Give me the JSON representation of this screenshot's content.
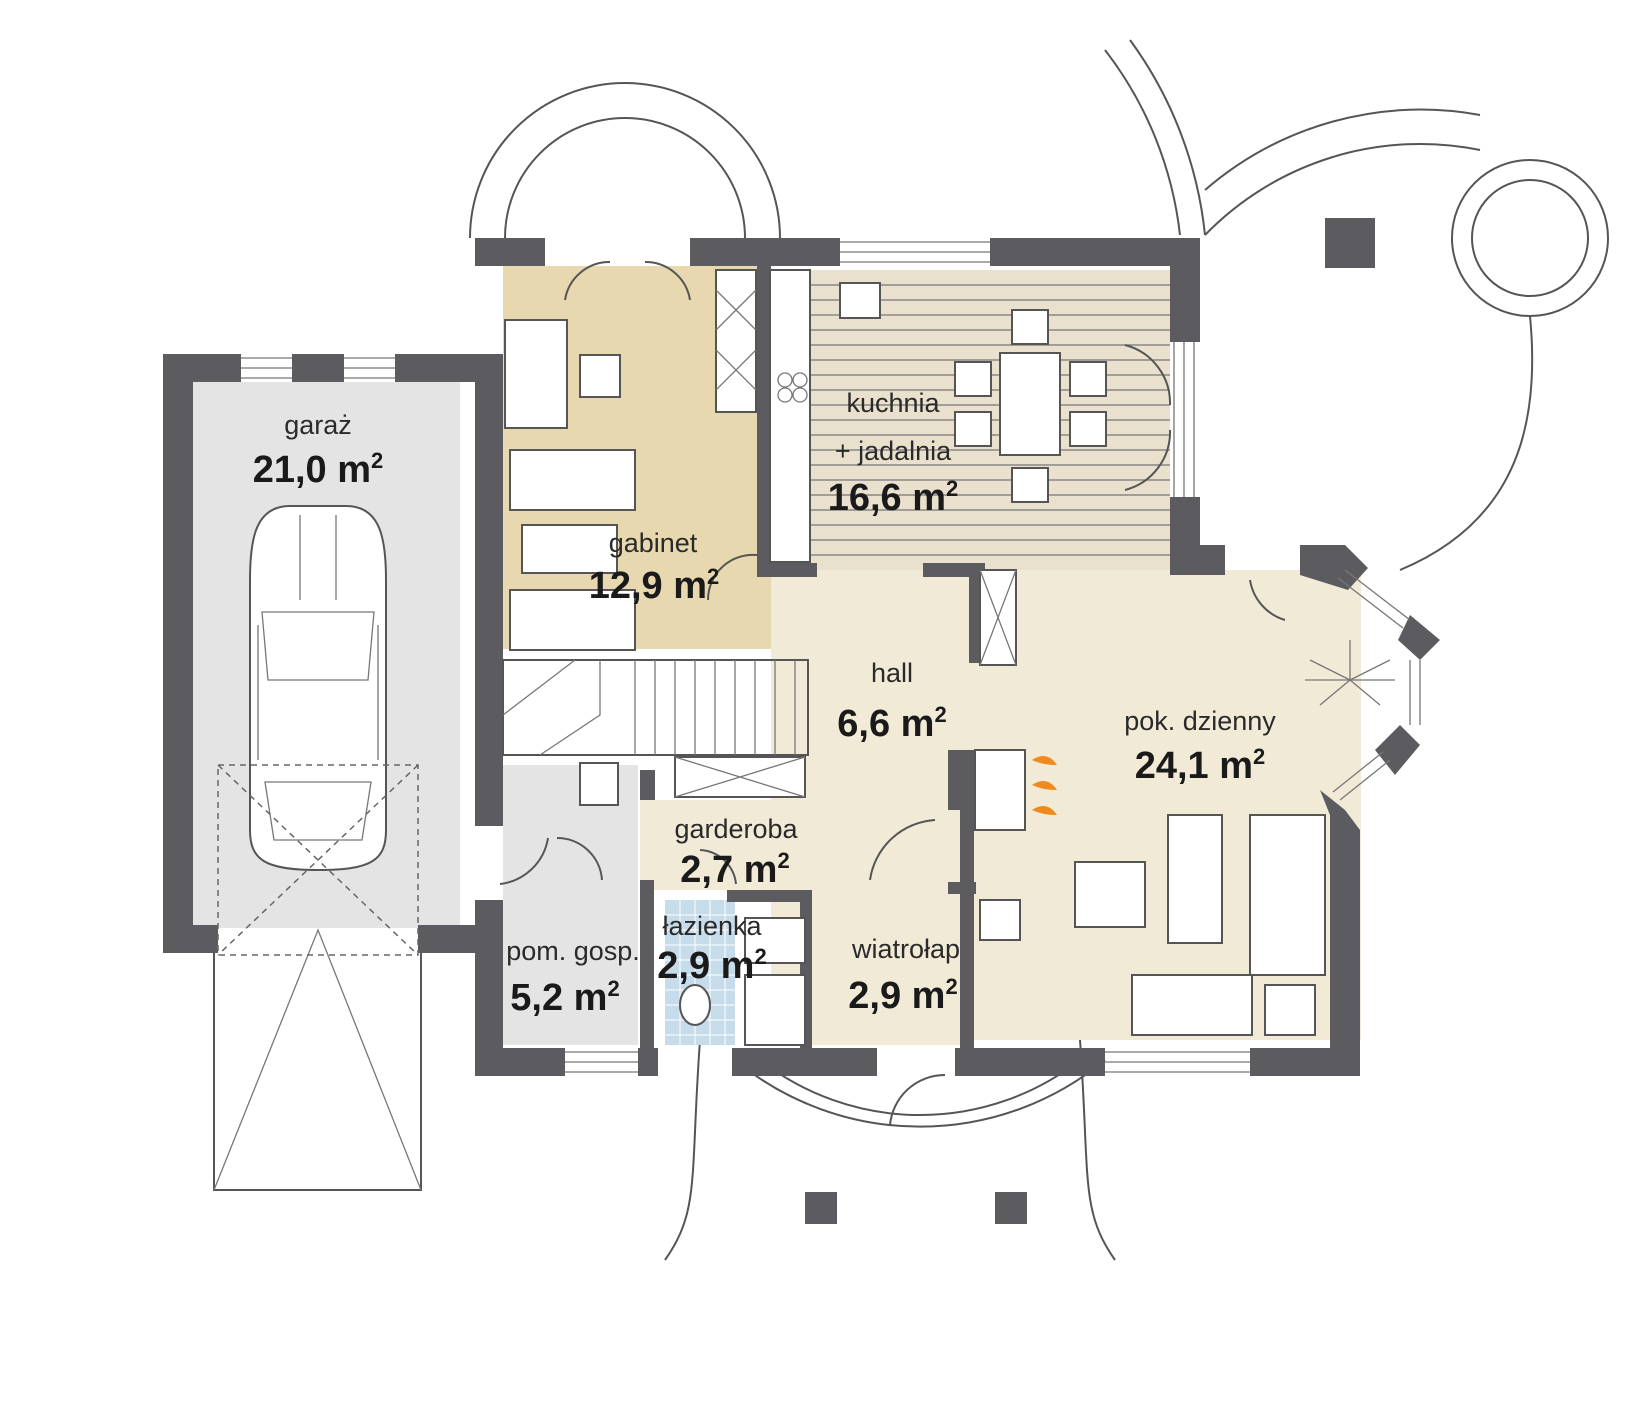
{
  "colors": {
    "wall": "#5c5b60",
    "garage_floor": "#e4e4e4",
    "office_floor": "#e8d8b0",
    "hall_floor": "#f1ead7",
    "kitchen_floor": "#e9e1cd",
    "bathroom_tile": "#c7dcea",
    "fireplace_flame": "#f08a1c"
  },
  "rooms": [
    {
      "id": "garaz",
      "name": "garaż",
      "area": "21,0",
      "unit": "m",
      "sup": "2"
    },
    {
      "id": "gabinet",
      "name": "gabinet",
      "area": "12,9",
      "unit": "m",
      "sup": "2"
    },
    {
      "id": "kuchnia",
      "name_line1": "kuchnia",
      "name_line2": "+ jadalnia",
      "area": "16,6",
      "unit": "m",
      "sup": "2"
    },
    {
      "id": "hall",
      "name": "hall",
      "area": "6,6",
      "unit": "m",
      "sup": "2"
    },
    {
      "id": "pok_dzienny",
      "name": "pok. dzienny",
      "area": "24,1",
      "unit": "m",
      "sup": "2"
    },
    {
      "id": "garderoba",
      "name": "garderoba",
      "area": "2,7",
      "unit": "m",
      "sup": "2"
    },
    {
      "id": "lazienka",
      "name": "łazienka",
      "area": "2,9",
      "unit": "m",
      "sup": "2"
    },
    {
      "id": "pom_gosp",
      "name": "pom. gosp.",
      "area": "5,2",
      "unit": "m",
      "sup": "2"
    },
    {
      "id": "wiatrolap",
      "name": "wiatrołap",
      "area": "2,9",
      "unit": "m",
      "sup": "2"
    }
  ]
}
